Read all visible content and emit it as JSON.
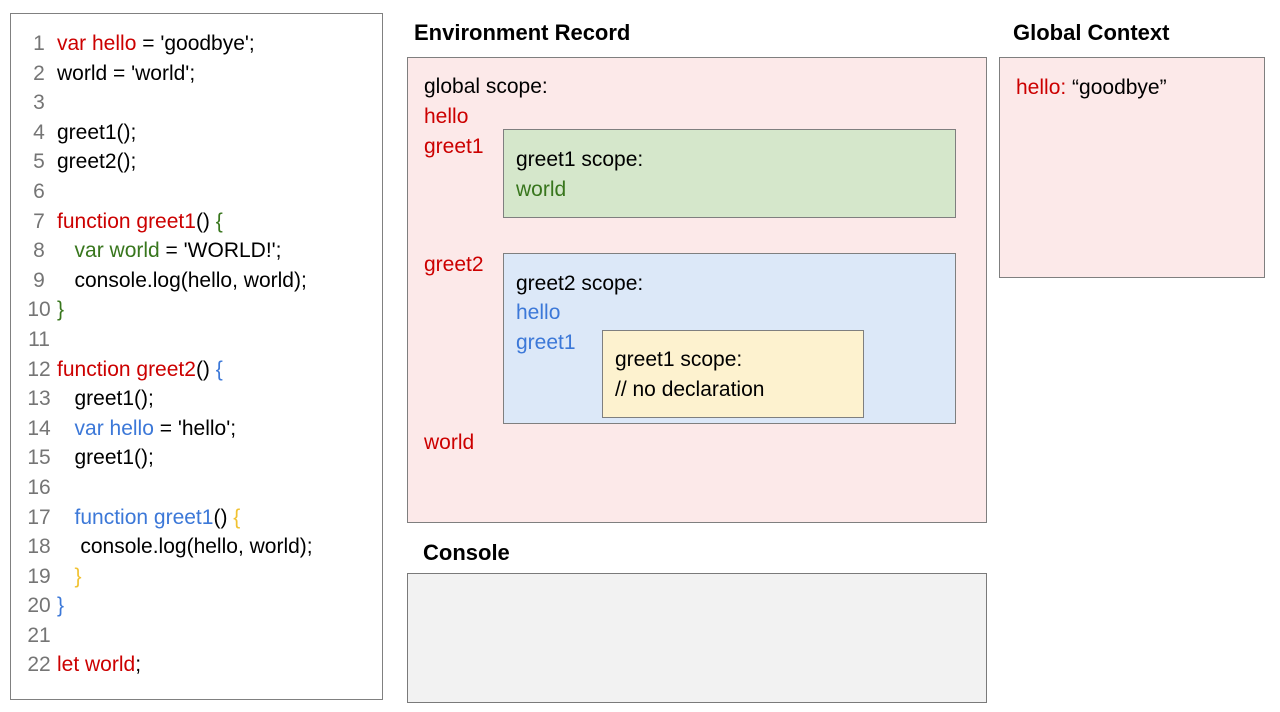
{
  "palette": {
    "red": "#cc0000",
    "green": "#38761d",
    "blue": "#3c78d8",
    "gold": "#f1c232",
    "black": "#000000",
    "pink_fill": "#fce9e9",
    "green_fill": "#d5e7cb",
    "blue_fill": "#dce8f8",
    "yellow_fill": "#fdf2cf",
    "console_fill": "#f2f2f2",
    "border_gray": "#7f7f7f",
    "line_number_gray": "#757575"
  },
  "code_panel": {
    "lines": [
      {
        "num": "1",
        "tokens": [
          {
            "t": "var hello",
            "c": "red"
          },
          {
            "t": " = 'goodbye';",
            "c": "black"
          }
        ]
      },
      {
        "num": "2",
        "tokens": [
          {
            "t": "world = 'world';",
            "c": "black"
          }
        ]
      },
      {
        "num": "3",
        "tokens": []
      },
      {
        "num": "4",
        "tokens": [
          {
            "t": "greet1();",
            "c": "black"
          }
        ]
      },
      {
        "num": "5",
        "tokens": [
          {
            "t": "greet2();",
            "c": "black"
          }
        ]
      },
      {
        "num": "6",
        "tokens": []
      },
      {
        "num": "7",
        "tokens": [
          {
            "t": "function greet1",
            "c": "red"
          },
          {
            "t": "() ",
            "c": "black"
          },
          {
            "t": "{",
            "c": "green"
          }
        ]
      },
      {
        "num": "8",
        "tokens": [
          {
            "t": "   ",
            "c": "black"
          },
          {
            "t": "var world",
            "c": "green"
          },
          {
            "t": " = 'WORLD!';",
            "c": "black"
          }
        ]
      },
      {
        "num": "9",
        "tokens": [
          {
            "t": "   console.log(hello, world);",
            "c": "black"
          }
        ]
      },
      {
        "num": "10",
        "tokens": [
          {
            "t": "}",
            "c": "green"
          }
        ]
      },
      {
        "num": "11",
        "tokens": []
      },
      {
        "num": "12",
        "tokens": [
          {
            "t": "function greet2",
            "c": "red"
          },
          {
            "t": "() ",
            "c": "black"
          },
          {
            "t": "{",
            "c": "blue"
          }
        ]
      },
      {
        "num": "13",
        "tokens": [
          {
            "t": "   greet1();",
            "c": "black"
          }
        ]
      },
      {
        "num": "14",
        "tokens": [
          {
            "t": "   ",
            "c": "black"
          },
          {
            "t": "var hello",
            "c": "blue"
          },
          {
            "t": " = 'hello';",
            "c": "black"
          }
        ]
      },
      {
        "num": "15",
        "tokens": [
          {
            "t": "   greet1();",
            "c": "black"
          }
        ]
      },
      {
        "num": "16",
        "tokens": []
      },
      {
        "num": "17",
        "tokens": [
          {
            "t": "   ",
            "c": "black"
          },
          {
            "t": "function greet1",
            "c": "blue"
          },
          {
            "t": "() ",
            "c": "black"
          },
          {
            "t": "{",
            "c": "gold"
          }
        ]
      },
      {
        "num": "18",
        "tokens": [
          {
            "t": "    console.log(hello, world);",
            "c": "black"
          }
        ]
      },
      {
        "num": "19",
        "tokens": [
          {
            "t": "   }",
            "c": "gold"
          }
        ]
      },
      {
        "num": "20",
        "tokens": [
          {
            "t": "}",
            "c": "blue"
          }
        ]
      },
      {
        "num": "21",
        "tokens": []
      },
      {
        "num": "22",
        "tokens": [
          {
            "t": "let world",
            "c": "red"
          },
          {
            "t": ";",
            "c": "black"
          }
        ]
      }
    ]
  },
  "environment_record": {
    "title": "Environment Record",
    "global_scope_label": "global scope:",
    "global_var_hello": "hello",
    "global_var_greet1": "greet1",
    "global_var_greet2": "greet2",
    "global_var_world": "world",
    "greet1_scope": {
      "label": "greet1 scope:",
      "var_world": "world"
    },
    "greet2_scope": {
      "label": "greet2 scope:",
      "var_hello": "hello",
      "var_greet1": "greet1",
      "inner_greet1_scope": {
        "label": "greet1 scope:",
        "comment": "// no declaration"
      }
    }
  },
  "console_section": {
    "title": "Console"
  },
  "global_context": {
    "title": "Global Context",
    "entry_key": "hello:",
    "entry_value": "“goodbye”"
  }
}
